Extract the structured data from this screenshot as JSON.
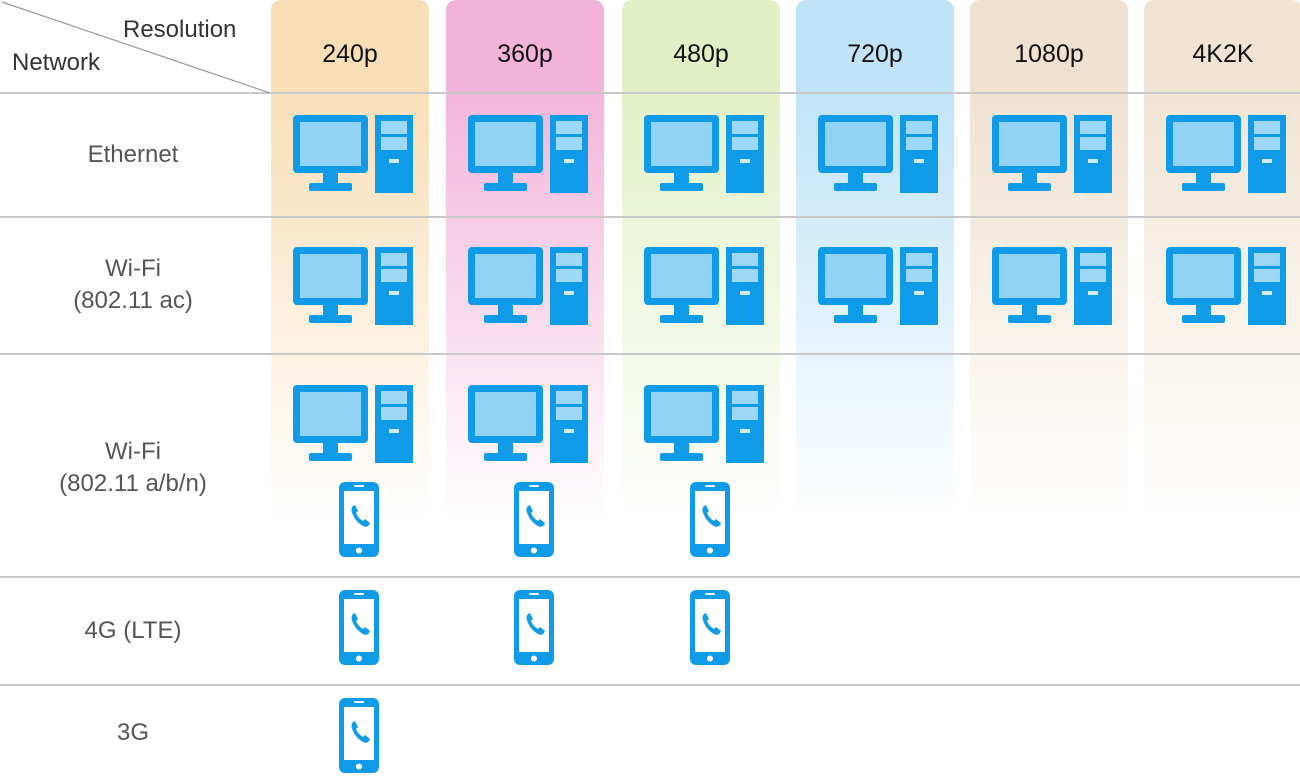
{
  "corner": {
    "top_label": "Resolution",
    "bottom_label": "Network"
  },
  "resolutions": [
    "240p",
    "360p",
    "480p",
    "720p",
    "1080p",
    "4K2K"
  ],
  "networks": [
    {
      "lines": [
        "Ethernet"
      ]
    },
    {
      "lines": [
        "Wi-Fi",
        "(802.11 ac)"
      ]
    },
    {
      "lines": [
        "Wi-Fi",
        "(802.11 a/b/n)"
      ]
    },
    {
      "lines": [
        "4G (LTE)"
      ]
    },
    {
      "lines": [
        "3G"
      ]
    }
  ],
  "colors": {
    "icon": "#0f9be8",
    "grid_line": "#c9c9c9",
    "bands": [
      "#f8deb6",
      "#f3b3d9",
      "#e2f0c6",
      "#bfe3f7",
      "#efe1d0",
      "#f1e4d3"
    ]
  },
  "icons": {
    "desktop": "desktop-pc-icon",
    "phone": "smartphone-icon"
  },
  "support": [
    {
      "network": "Ethernet",
      "desktop": [
        "240p",
        "360p",
        "480p",
        "720p",
        "1080p",
        "4K2K"
      ],
      "smartphone": []
    },
    {
      "network": "Wi-Fi (802.11 ac)",
      "desktop": [
        "240p",
        "360p",
        "480p",
        "720p",
        "1080p",
        "4K2K"
      ],
      "smartphone": []
    },
    {
      "network": "Wi-Fi (802.11 a/b/n)",
      "desktop": [
        "240p",
        "360p",
        "480p"
      ],
      "smartphone": [
        "240p",
        "360p",
        "480p"
      ]
    },
    {
      "network": "4G (LTE)",
      "desktop": [],
      "smartphone": [
        "240p",
        "360p",
        "480p"
      ]
    },
    {
      "network": "3G",
      "desktop": [],
      "smartphone": [
        "240p"
      ]
    }
  ]
}
